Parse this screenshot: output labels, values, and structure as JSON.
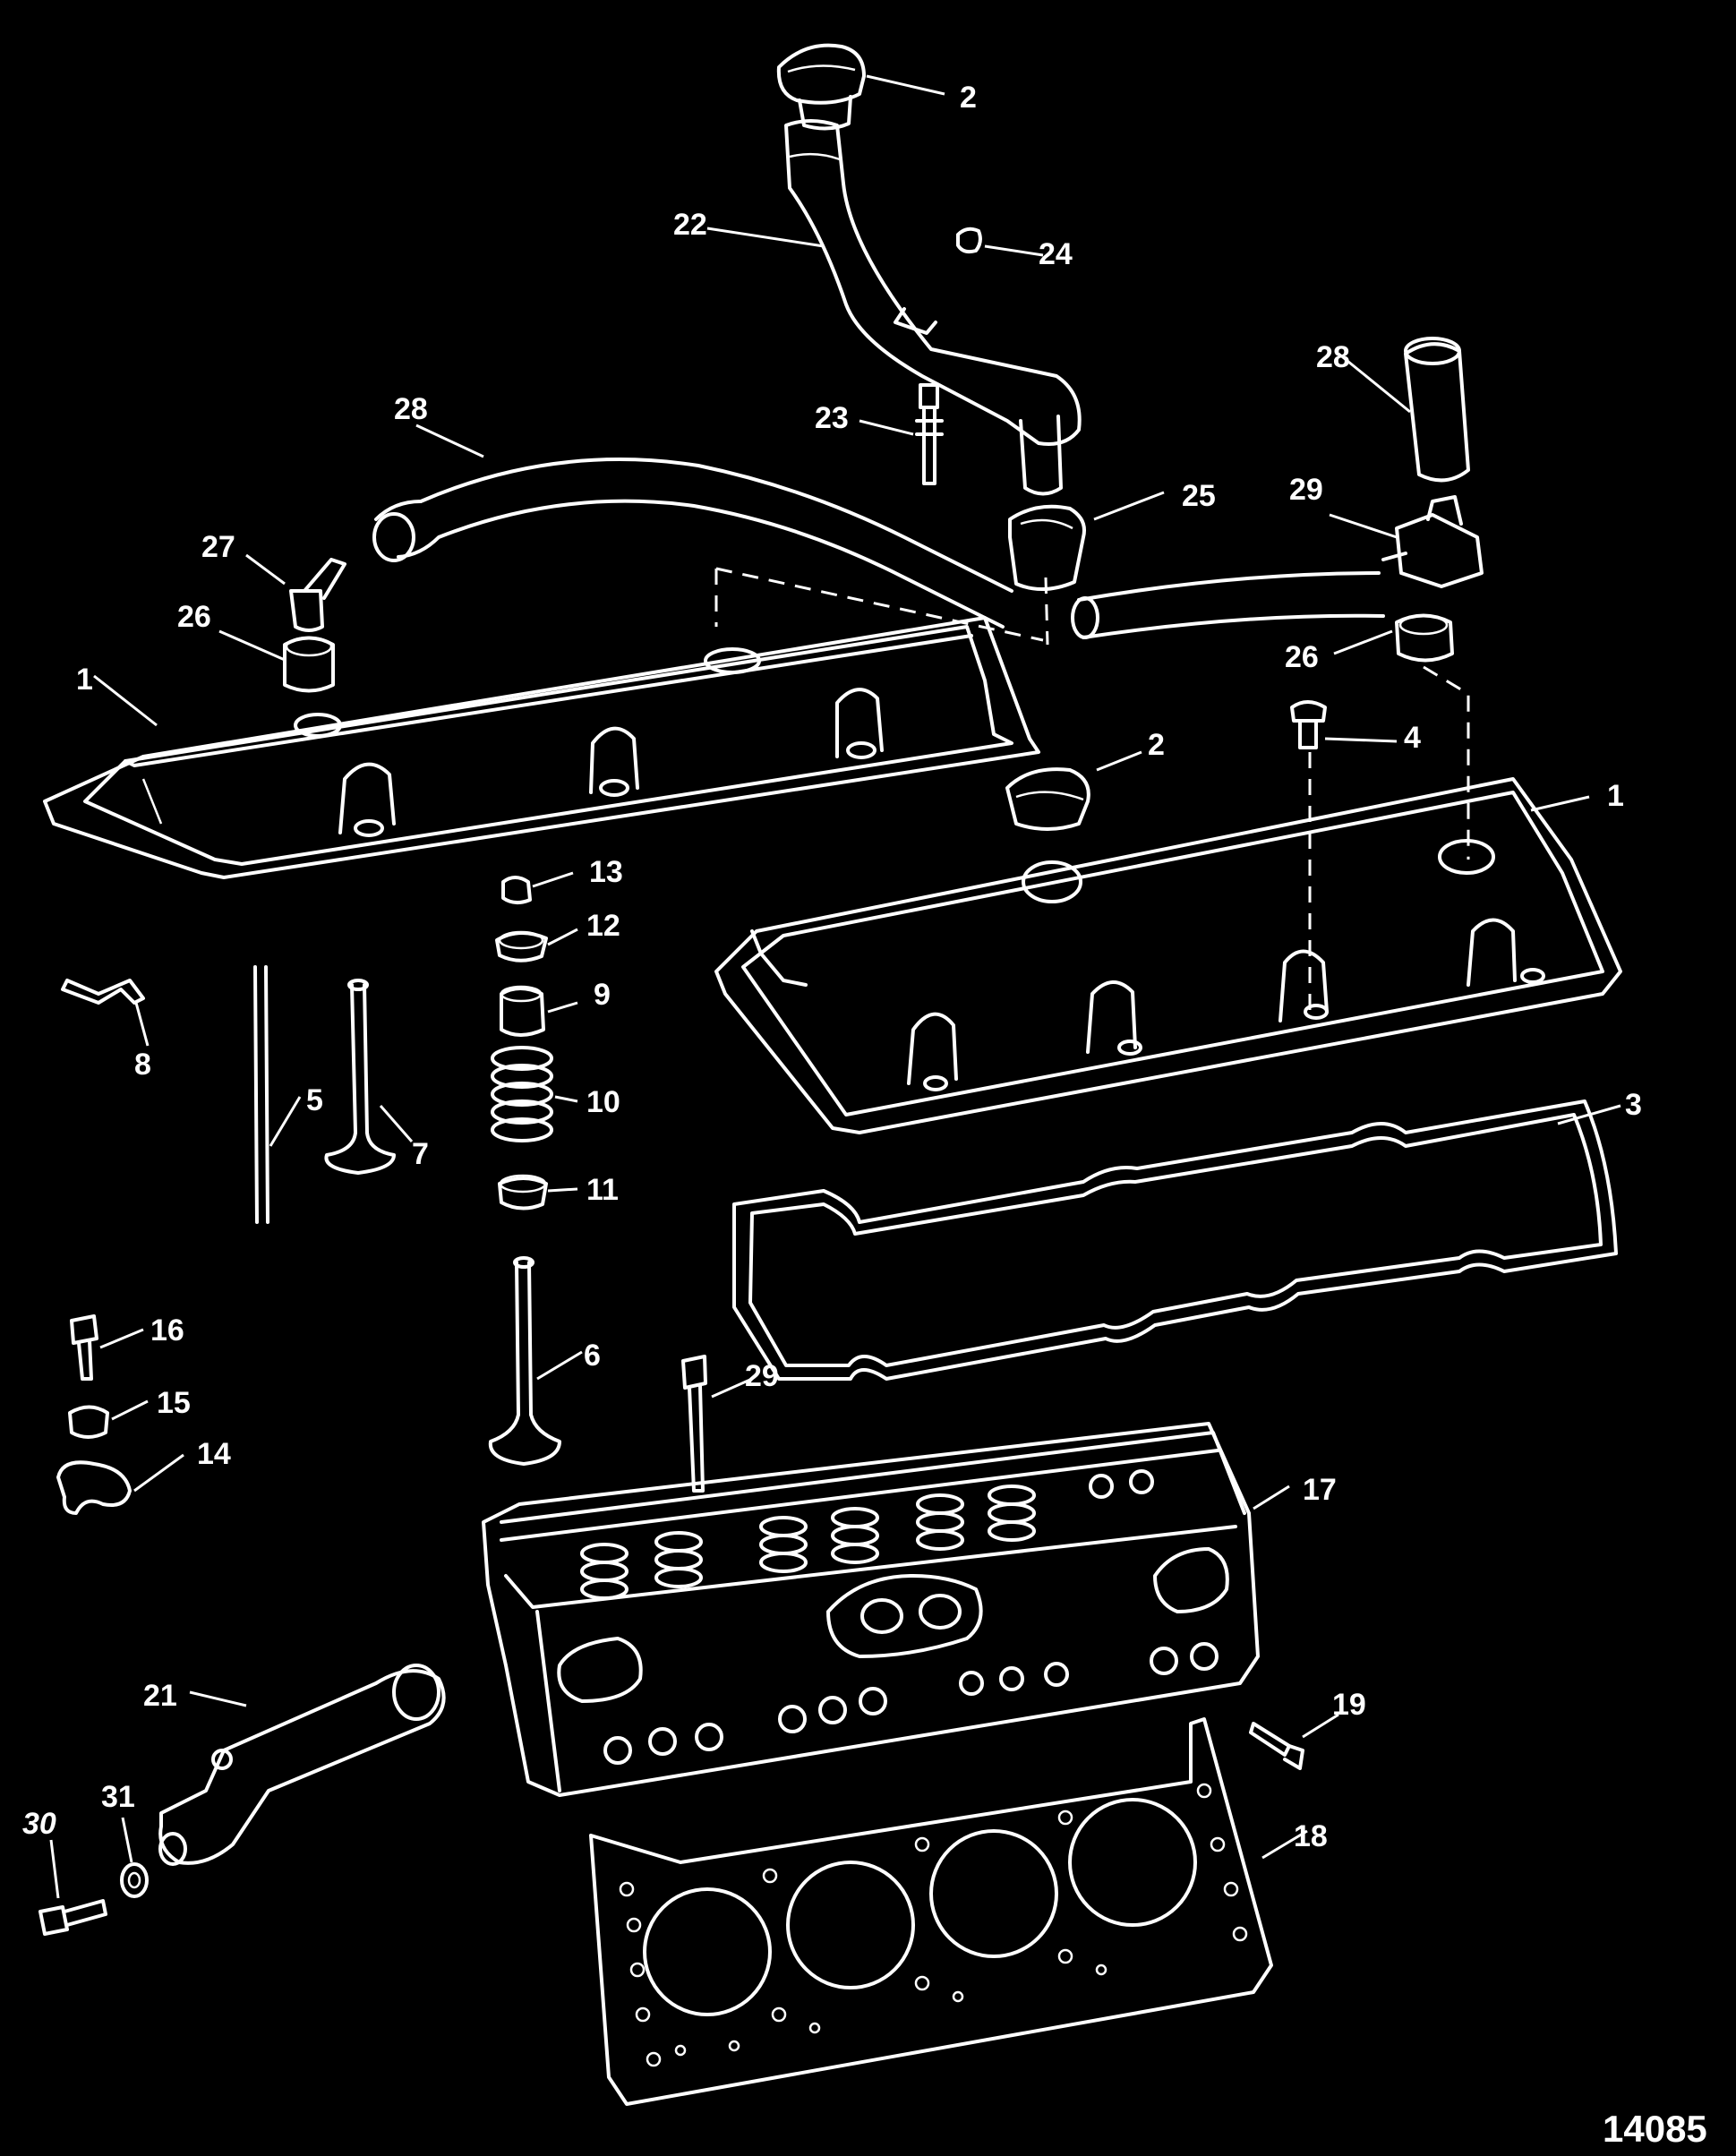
{
  "callouts": {
    "c1a": "1",
    "c1b": "1",
    "c2a": "2",
    "c2b": "2",
    "c3": "3",
    "c4": "4",
    "c5": "5",
    "c6": "6",
    "c7": "7",
    "c8": "8",
    "c9": "9",
    "c10": "10",
    "c11": "11",
    "c12": "12",
    "c13": "13",
    "c14": "14",
    "c15": "15",
    "c16": "16",
    "c17": "17",
    "c18": "18",
    "c19": "19",
    "c21": "21",
    "c22": "22",
    "c23": "23",
    "c24": "24",
    "c25": "25",
    "c26a": "26",
    "c26b": "26",
    "c27": "27",
    "c28a": "28",
    "c28b": "28",
    "c29a": "29",
    "c29b": "29",
    "c30": "30",
    "c31": "31"
  },
  "figure_number": "14085",
  "colors": {
    "background": "#000000",
    "linework": "#ffffff"
  }
}
